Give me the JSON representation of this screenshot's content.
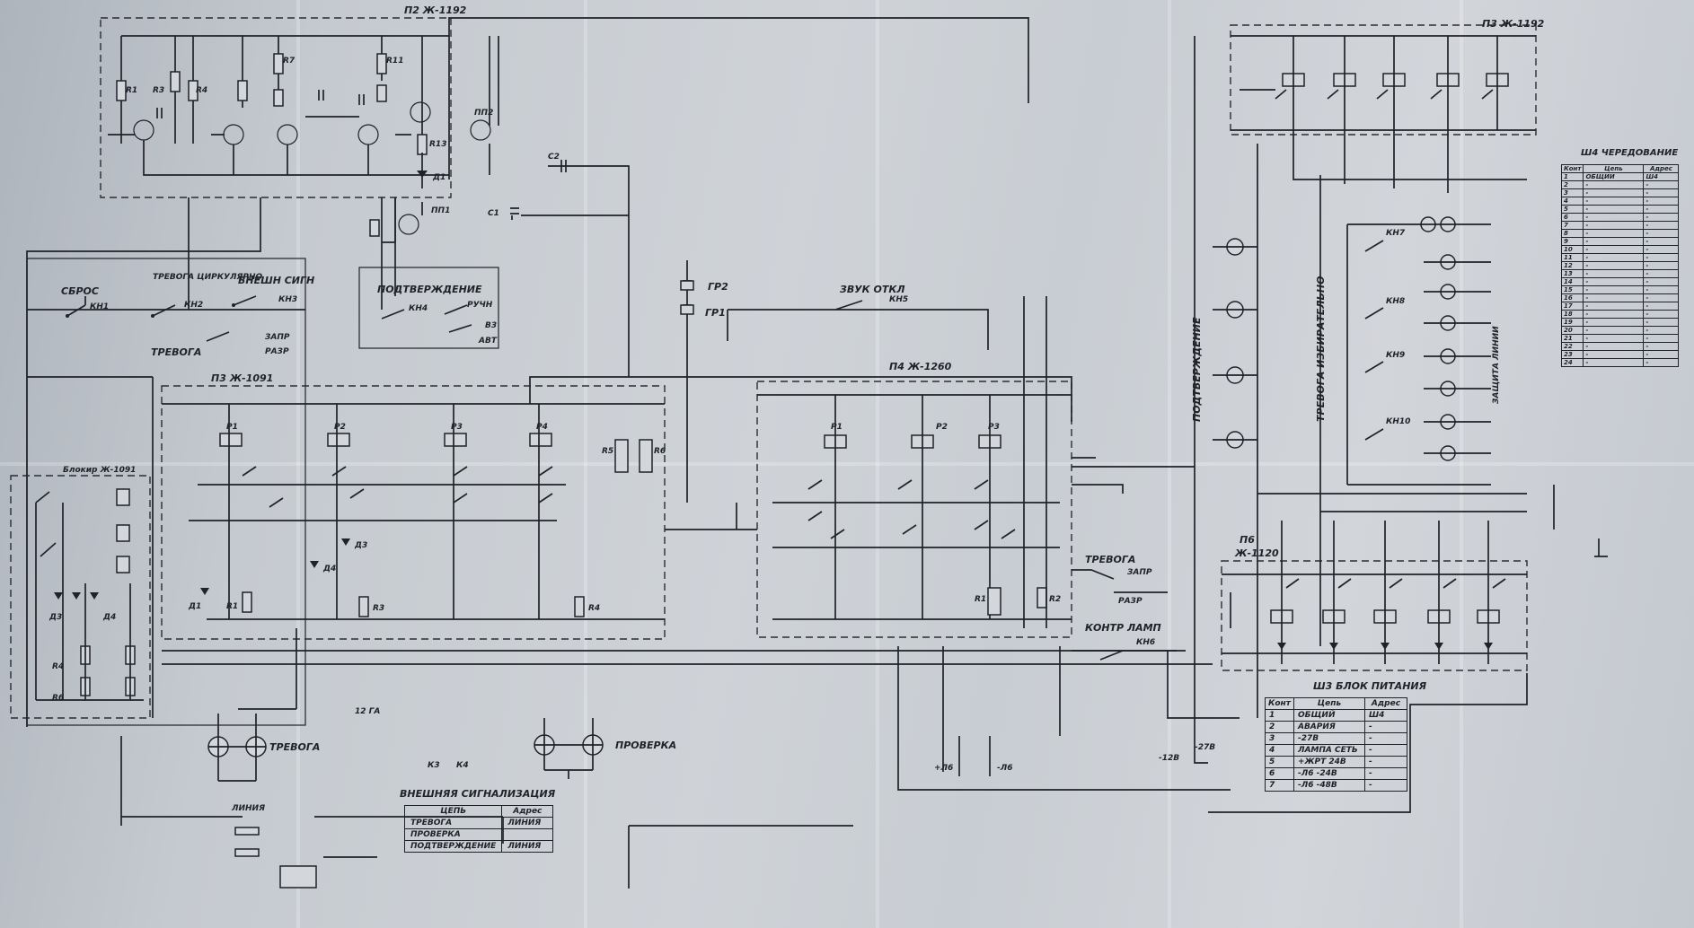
{
  "modules": {
    "top": "П2 Ж-1192",
    "right_top": "П3 Ж-1192",
    "left_mid": "П3 Ж-1091",
    "mid": "П4 Ж-1260",
    "small_left": "Блокир Ж-1091",
    "right_bottom_num": "П6",
    "right_bottom_code": "Ж-1120"
  },
  "labels": {
    "sbros": "СБРОС",
    "trevoga_cirk": "ТРЕВОГА ЦИРКУЛЯРНО",
    "vneshn_sign": "ВНЕШН СИГН",
    "trevoga": "ТРЕВОГА",
    "zapr": "ЗАПР",
    "razr": "РАЗР",
    "podtverzhdenie": "ПОДТВЕРЖДЕНИЕ",
    "ruchn": "РУЧН",
    "avt": "АВТ",
    "zvuk_otkl": "ЗВУК ОТКЛ",
    "trevoga_lamp": "ТРЕВОГА",
    "proverka_lamp": "ПРОВЕРКА",
    "kontr_lamp": "КОНТР ЛАМП",
    "trevoga_right": "ТРЕВОГА",
    "zapr_right": "ЗАПР",
    "razr_right": "РАЗР",
    "podtverzhdenie_vert": "ПОДТВЕРЖДЕНИЕ",
    "trevoga_izbir": "ТРЕВОГА ИЗБИРАТЕЛЬНО",
    "zashita_linii": "ЗАЩИТА ЛИНИИ",
    "liniya": "ЛИНИЯ",
    "vneshn_signalizatsiya": "ВНЕШНЯЯ СИГНАЛИЗАЦИЯ",
    "blok_pitaniya": "Ш3 БЛОК ПИТАНИЯ",
    "sh4": "Ш4 ЧЕРЕДОВАНИЕ",
    "gr1": "ГР1",
    "gr2": "ГР2",
    "u1": "12 ГА",
    "k3": "К3",
    "k4": "К4",
    "minus12v": "-12В",
    "minus27v": "-27В",
    "l6a": "+Л6",
    "l6b": "-Л6"
  },
  "ext_table": {
    "headers": [
      "ЦЕПЬ",
      "Адрес"
    ],
    "rows": [
      [
        "ТРЕВОГА",
        "ЛИНИЯ"
      ],
      [
        "ПРОВЕРКА",
        ""
      ],
      [
        "ПОДТВЕРЖДЕНИЕ",
        "ЛИНИЯ"
      ]
    ]
  },
  "power_table": {
    "headers": [
      "Конт",
      "Цепь",
      "Адрес"
    ],
    "rows": [
      [
        "1",
        "ОБЩИЙ",
        "Ш4"
      ],
      [
        "2",
        "АВАРИЯ",
        "-"
      ],
      [
        "3",
        "-27В",
        "-"
      ],
      [
        "4",
        "ЛАМПА СЕТЬ",
        "-"
      ],
      [
        "5",
        "+ЖРТ 24В",
        "-"
      ],
      [
        "6",
        "-Л6 -24В",
        "-"
      ],
      [
        "7",
        "-Л6 -48В",
        "-"
      ]
    ]
  },
  "connector_table": {
    "headers": [
      "Конт",
      "Цепь",
      "Адрес"
    ],
    "rows": [
      [
        "1",
        "ОБЩИЙ",
        "Ш4"
      ],
      [
        "2",
        "-",
        "-"
      ],
      [
        "3",
        "-",
        "-"
      ],
      [
        "4",
        "-",
        "-"
      ],
      [
        "5",
        "-",
        "-"
      ],
      [
        "6",
        "-",
        "-"
      ],
      [
        "7",
        "-",
        "-"
      ],
      [
        "8",
        "-",
        "-"
      ],
      [
        "9",
        "-",
        "-"
      ],
      [
        "10",
        "-",
        "-"
      ],
      [
        "11",
        "-",
        "-"
      ],
      [
        "12",
        "-",
        "-"
      ],
      [
        "13",
        "-",
        "-"
      ],
      [
        "14",
        "-",
        "-"
      ],
      [
        "15",
        "-",
        "-"
      ],
      [
        "16",
        "-",
        "-"
      ],
      [
        "17",
        "-",
        "-"
      ],
      [
        "18",
        "-",
        "-"
      ],
      [
        "19",
        "-",
        "-"
      ],
      [
        "20",
        "-",
        "-"
      ],
      [
        "21",
        "-",
        "-"
      ],
      [
        "22",
        "-",
        "-"
      ],
      [
        "23",
        "-",
        "-"
      ],
      [
        "24",
        "-",
        "-"
      ]
    ]
  }
}
